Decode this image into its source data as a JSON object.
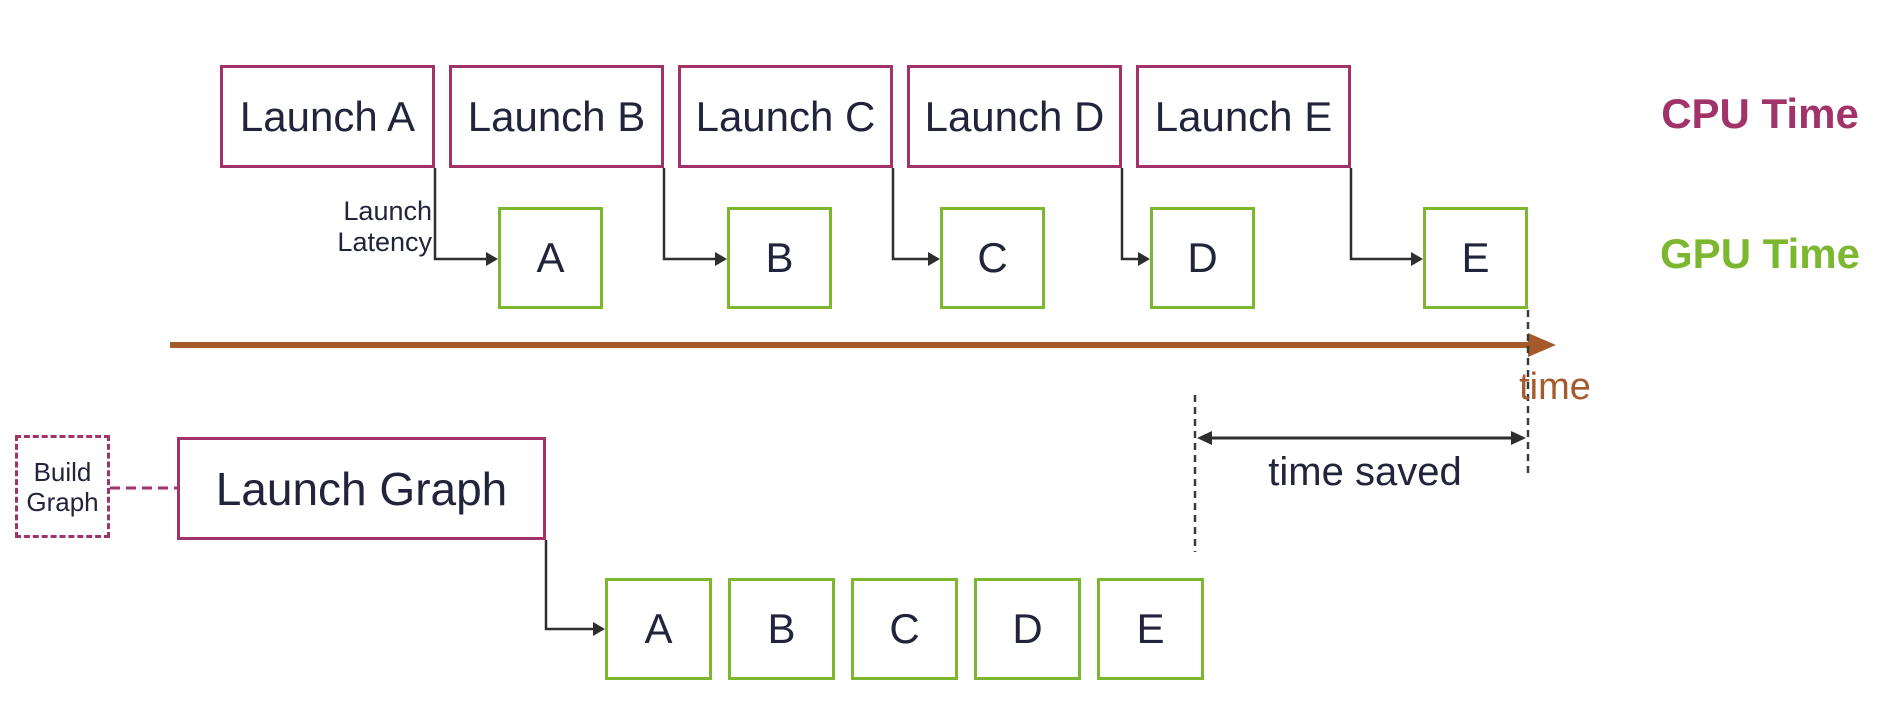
{
  "colors": {
    "cpu_magenta": "#a23369",
    "gpu_green": "#7cb82f",
    "timeline_brown": "#a55a2b",
    "ink": "#21243a",
    "connector_black": "#2e2e2e"
  },
  "cpu_row": {
    "launches": [
      "Launch A",
      "Launch B",
      "Launch C",
      "Launch D",
      "Launch E"
    ]
  },
  "gpu_row": {
    "kernels": [
      "A",
      "B",
      "C",
      "D",
      "E"
    ]
  },
  "legend": {
    "cpu_label": "CPU Time",
    "gpu_label": "GPU Time"
  },
  "annotations": {
    "launch_latency_lines": [
      "Launch",
      "Latency"
    ],
    "time_axis_label": "time",
    "time_saved_label": "time saved"
  },
  "graph_row": {
    "build_graph_lines": [
      "Build",
      "Graph"
    ],
    "launch_graph_label": "Launch Graph",
    "kernels": [
      "A",
      "B",
      "C",
      "D",
      "E"
    ]
  }
}
